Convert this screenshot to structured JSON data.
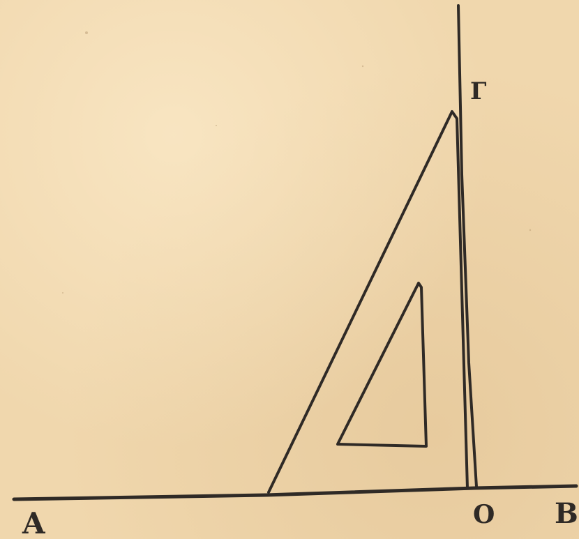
{
  "diagram": {
    "labels": {
      "point_a": "A",
      "point_b": "B",
      "point_o": "O",
      "point_g": "Г"
    },
    "colors": {
      "paper": "#f0d7ad",
      "ink": "#2f2a26"
    }
  }
}
